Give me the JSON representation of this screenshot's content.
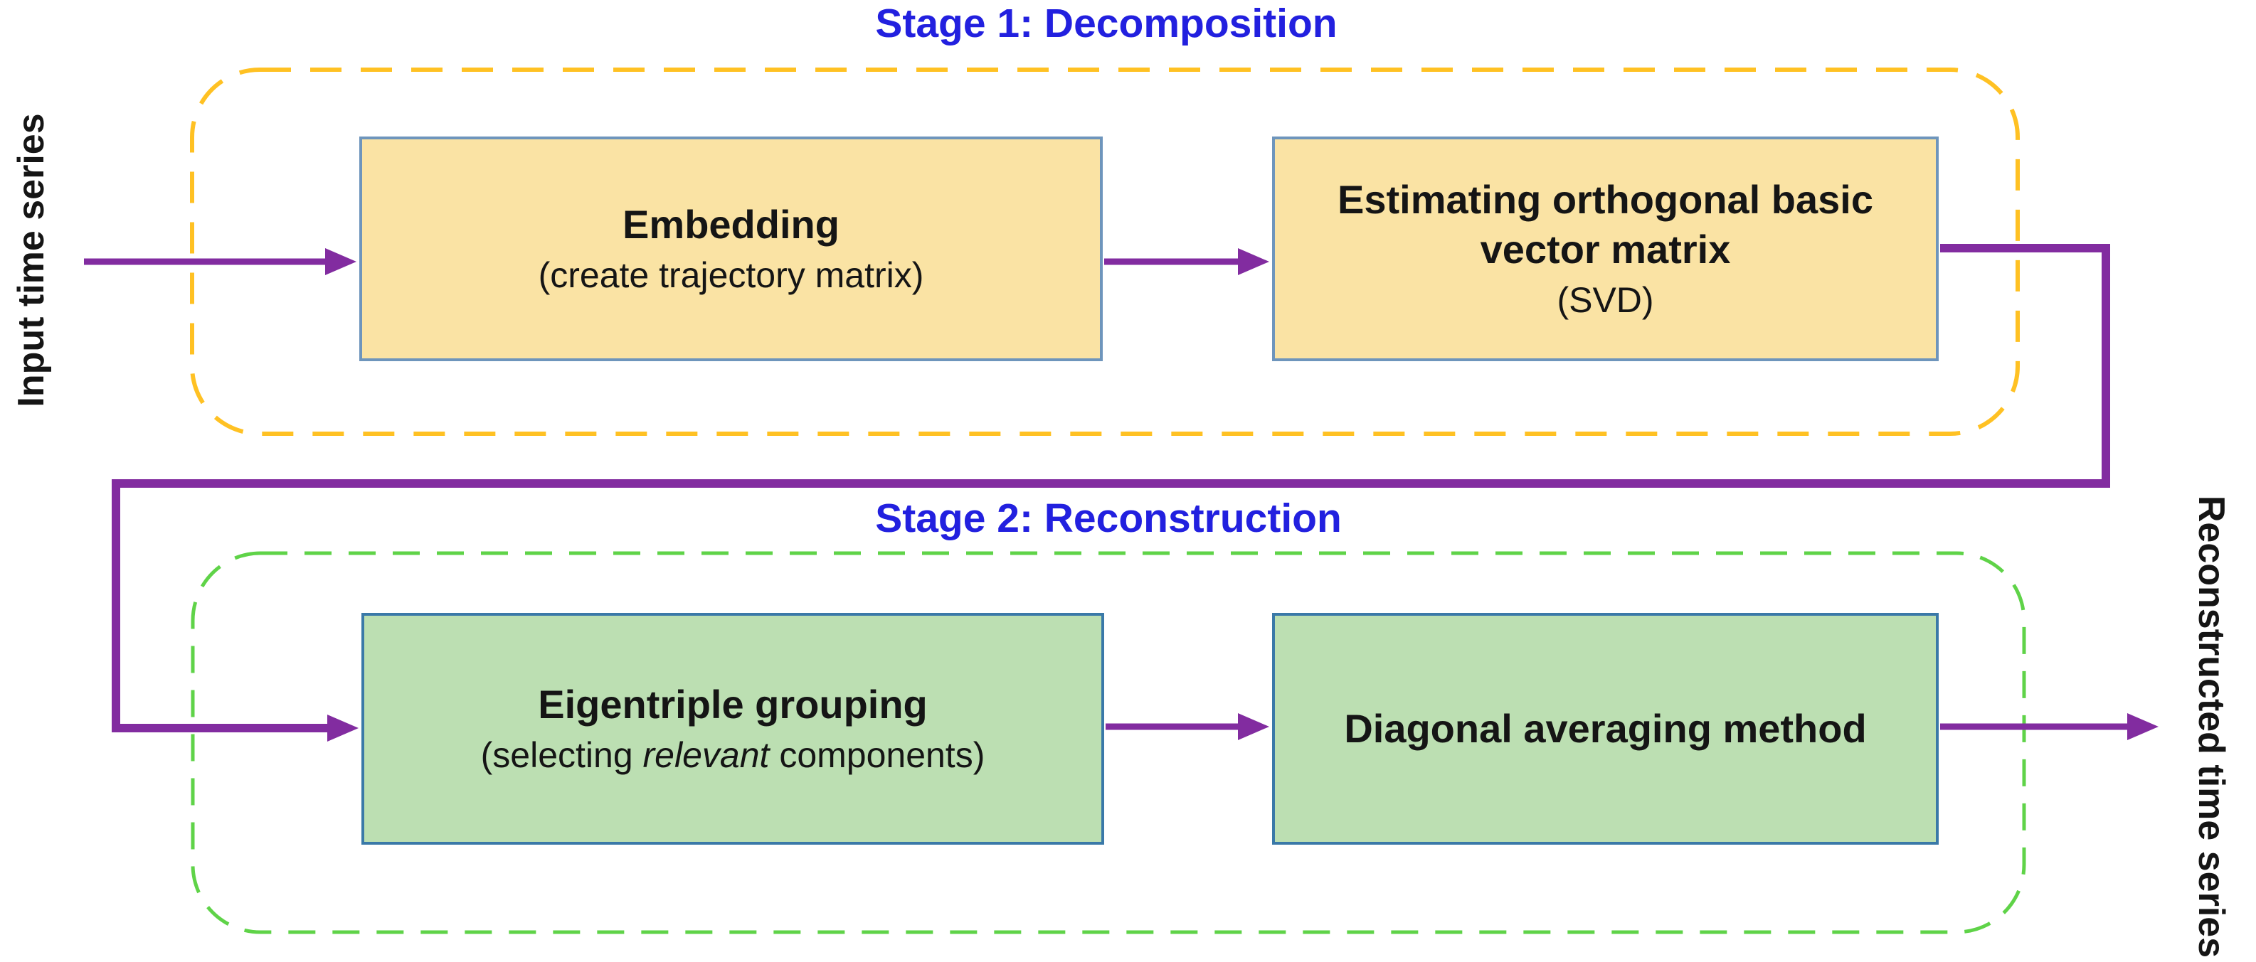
{
  "colors": {
    "purple": "#822CA0",
    "title-blue": "#2220DF",
    "stage1-dash": "#FFC123",
    "stage2-dash": "#5FD348",
    "stage1-box-fill": "#FAE3A4",
    "stage1-box-border": "#6E95BC",
    "stage2-box-fill": "#BCDFB2",
    "stage2-box-border": "#3A79A8",
    "text-color": "#151515",
    "bg": "#FFFFFF"
  },
  "stage1": {
    "title": "Stage 1: Decomposition",
    "boxes": [
      {
        "heading": "Embedding",
        "sub": "(create trajectory matrix)"
      },
      {
        "heading": "Estimating orthogonal basic vector matrix",
        "sub": "(SVD)"
      }
    ]
  },
  "stage2": {
    "title": "Stage 2: Reconstruction",
    "boxes": [
      {
        "heading": "Eigentriple grouping",
        "sub_prefix": "(selecting ",
        "sub_italic": "relevant",
        "sub_suffix": " components)"
      },
      {
        "heading": "Diagonal averaging method"
      }
    ]
  },
  "labels": {
    "input": "Input time series",
    "output": "Reconstructed time series"
  }
}
